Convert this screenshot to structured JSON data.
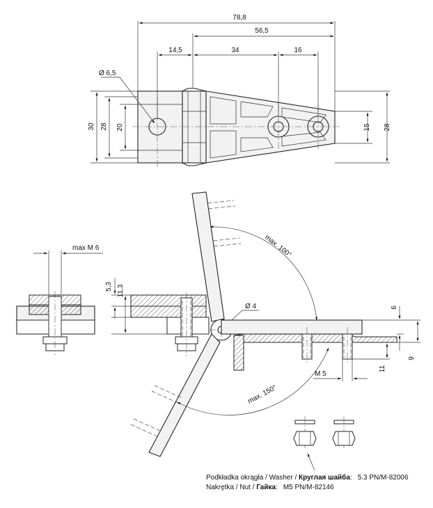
{
  "dimensions": {
    "overall_length": "78,8",
    "length_to_hole": "56,5",
    "offset": "14,5",
    "hole_spacing_1": "34",
    "hole_spacing_2": "16",
    "hole_diameter": "Ø 6,5",
    "height_30": "30",
    "height_28_left": "28",
    "height_20": "20",
    "height_15": "15",
    "height_28_right": "28",
    "max_thread": "max M 6",
    "thickness_5_3": "5,3",
    "thickness_11_3": "11,3",
    "pin_diameter": "Ø 4",
    "angle_100": "max. 100°",
    "angle_150": "max. 150°",
    "dim_6": "6",
    "dim_9": "9",
    "dim_11": "11",
    "thread_m5": "M 5"
  },
  "legend": {
    "washer_label": "Podkładka okrągła / Washer / ",
    "washer_label_ru": "Круглая шайба",
    "washer_sep": ":",
    "washer_code": "5.3 PN/M-82006",
    "nut_label": "Nakrętka / Nut / ",
    "nut_label_ru": "Гайка",
    "nut_sep": ":",
    "nut_code": "M5 PN/M-82146"
  }
}
